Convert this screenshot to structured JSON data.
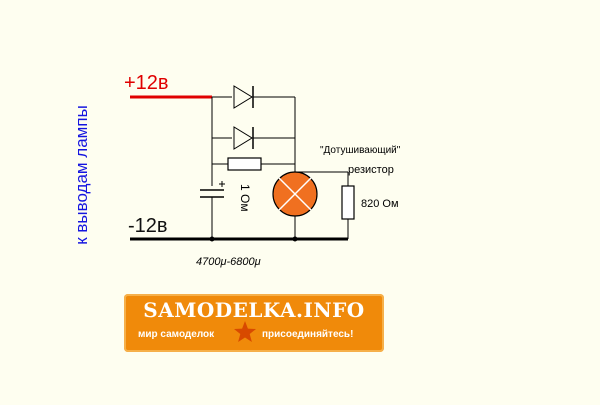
{
  "labels": {
    "side": "к выводам лампы",
    "plus": "+12в",
    "minus": "-12в",
    "quote": "\"Дотушивающий\"",
    "resistor_word": "резистор",
    "r820": "820 Ом",
    "r1": "1 Ом",
    "capacitor": "4700μ-6800μ"
  },
  "banner": {
    "title": "SAMODELKA.INFO",
    "left": "мир самоделок",
    "right": "присоединяйтесь!",
    "icon": "star-icon"
  },
  "colors": {
    "background": "#fefef0",
    "positive_wire": "#e00000",
    "side_label": "#1515e0",
    "lamp_fill": "#f07020",
    "banner": "#f08a0a",
    "wire": "#000000"
  }
}
